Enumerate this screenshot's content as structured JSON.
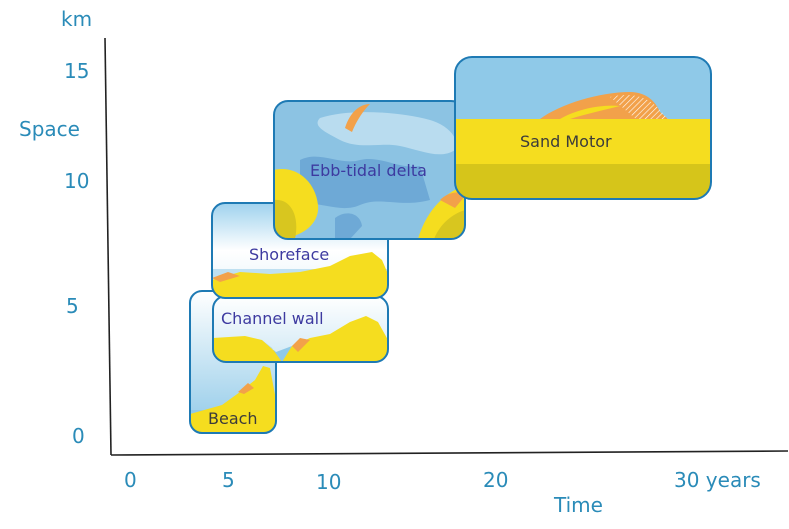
{
  "axes": {
    "y_unit": "km",
    "y_title": "Space",
    "x_title": "Time",
    "y_ticks": [
      "0",
      "5",
      "10",
      "15"
    ],
    "x_ticks": [
      "0",
      "5",
      "10",
      "20",
      "30 years"
    ]
  },
  "panels": {
    "beach": "Beach",
    "channel_wall": "Channel wall",
    "shoreface": "Shoreface",
    "ebb_tidal_delta": "Ebb-tidal delta",
    "sand_motor": "Sand Motor"
  },
  "colors": {
    "axis_text": "#2a8bb8",
    "panel_border": "#1e7ab4",
    "water": "#8fc9e8",
    "sand": "#f5dd1f",
    "orange": "#f2a14a"
  }
}
